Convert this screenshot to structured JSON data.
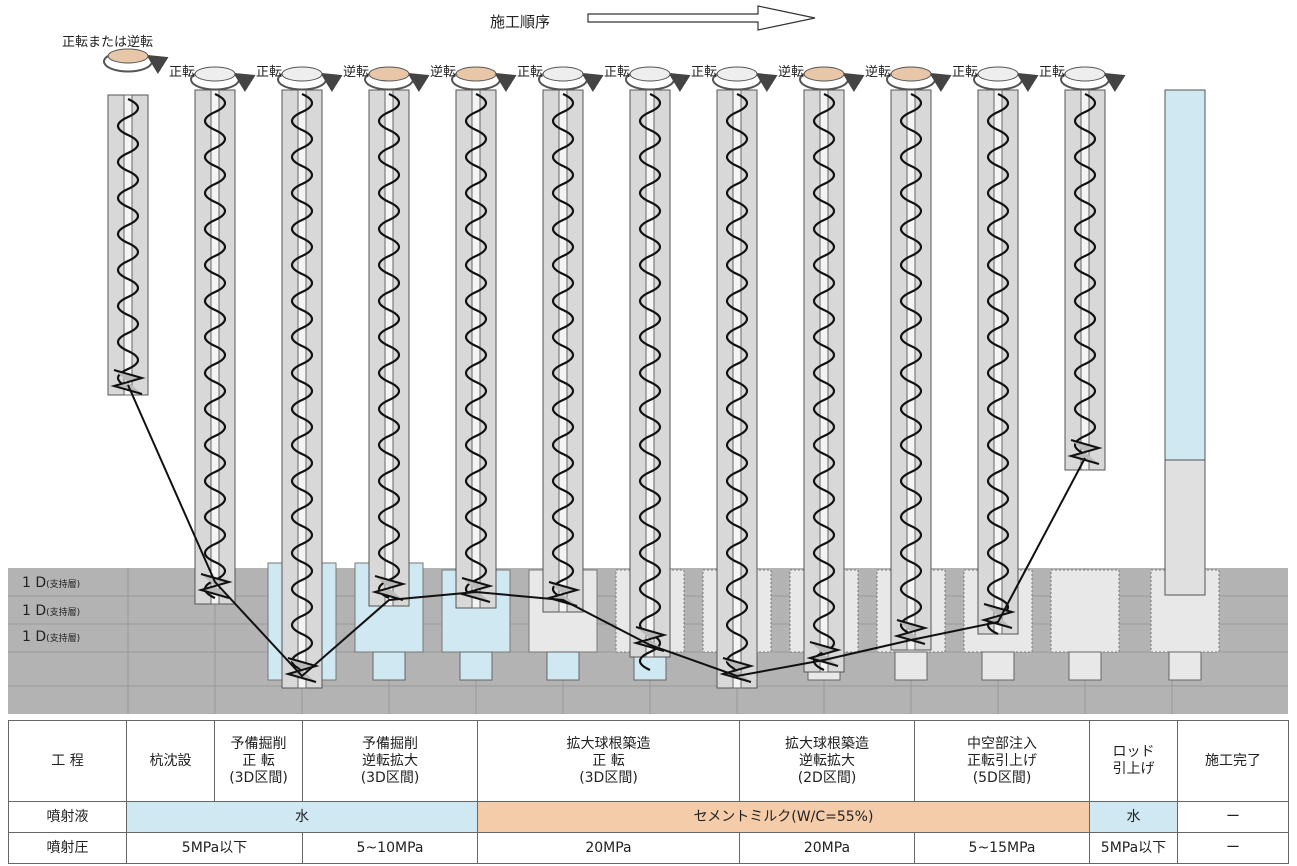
{
  "order_label": "施工順序",
  "rotation_labels": [
    "正転または逆転",
    "正転",
    "正転",
    "逆転",
    "逆転",
    "正転",
    "正転",
    "正転",
    "逆転",
    "逆転",
    "正転",
    "正転"
  ],
  "layer_labels": [
    "1 D",
    "1 D",
    "1 D"
  ],
  "layer_sublabel": "(支持層)",
  "colors": {
    "water": "#cfe8f1",
    "cement": "#f4ccaa",
    "ground": "#b3b3b3",
    "pipe": "#d8d8d8",
    "arrow_fill": "#e8c6a8",
    "pressure": "#e83030"
  },
  "table": {
    "header": [
      "工 程",
      "杭沈設",
      "予備掘削\n正 転\n(3D区間)",
      "予備掘削\n逆転拡大\n(3D区間)",
      "拡大球根築造\n正 転\n(3D区間)",
      "拡大球根築造\n逆転拡大\n(2D区間)",
      "中空部注入\n正転引上げ\n(5D区間)",
      "ロッド\n引上げ",
      "施工完了"
    ],
    "fluid": {
      "label": "噴射液",
      "water": "水",
      "cement": "セメントミルク(W/C=55%)",
      "water2": "水",
      "done": "ー"
    },
    "pressure": {
      "label": "噴射圧",
      "p1": "5MPa以下",
      "p2": "5~10MPa",
      "p3": "20MPa",
      "p4": "20MPa",
      "p5": "5~15MPa",
      "p6": "5MPa以下",
      "done": "ー"
    }
  }
}
